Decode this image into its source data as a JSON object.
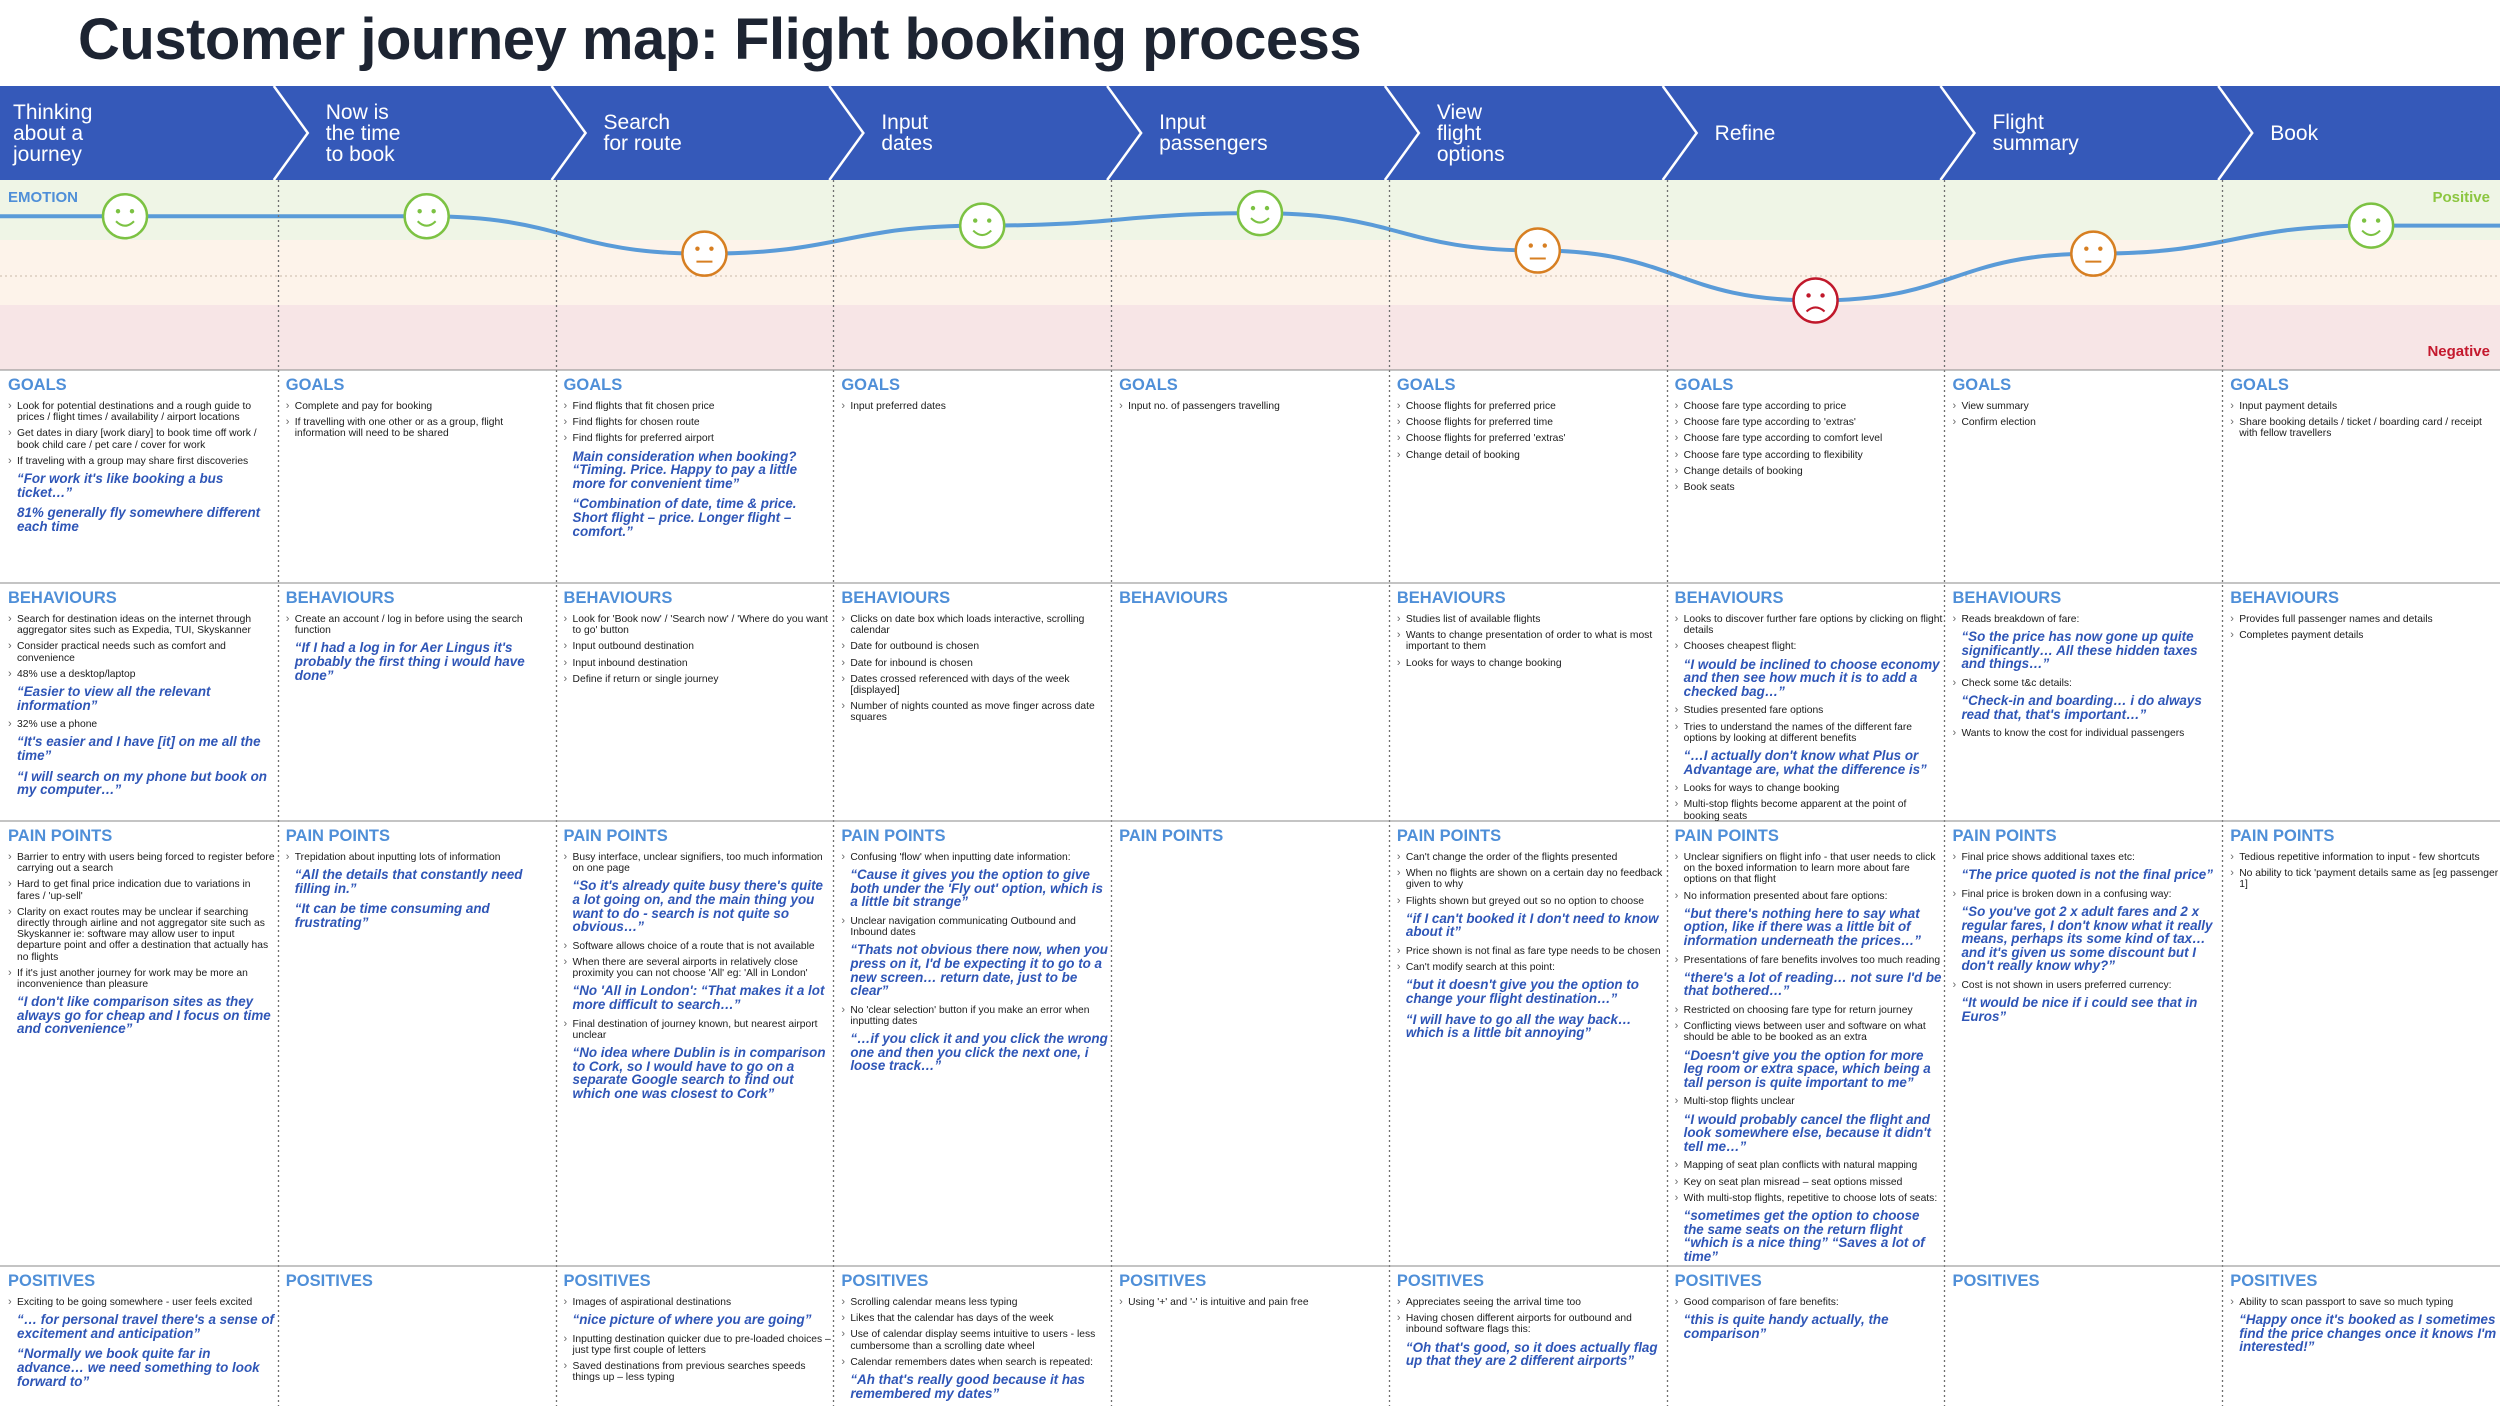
{
  "title": "Customer journey map: Flight booking process",
  "colors": {
    "stage_blue": "#3559b9",
    "positive_green": "#8cc641",
    "negative_red": "#c4192e",
    "section_blue": "#4f8fd8",
    "quote_blue": "#2f56b7",
    "emotion_line": "#5a9bd8",
    "face_green": "#7cc243",
    "face_orange": "#d77f22",
    "face_red": "#c0182b"
  },
  "emotion": {
    "label": "EMOTION",
    "positive_label": "Positive",
    "negative_label": "Negative",
    "levels": [
      0.9,
      0.9,
      0.3,
      0.75,
      0.95,
      0.35,
      -0.45,
      0.3,
      0.75
    ],
    "faces": [
      "happy",
      "happy",
      "neutral",
      "happy",
      "happy",
      "neutral",
      "sad",
      "neutral",
      "happy"
    ]
  },
  "section_titles": {
    "goals": "GOALS",
    "behaviours": "BEHAVIOURS",
    "pain_points": "PAIN POINTS",
    "positives": "POSITIVES"
  },
  "stages": [
    {
      "label": "Thinking\nabout a\njourney",
      "goals": [
        {
          "t": "i",
          "text": "Look for potential destinations and a rough guide to prices / flight times / availability / airport locations"
        },
        {
          "t": "i",
          "text": "Get dates in diary [work diary] to book time off work / book child care / pet care / cover for work"
        },
        {
          "t": "i",
          "text": "If traveling with a group may share first discoveries"
        },
        {
          "t": "q",
          "text": "“For work it's like booking a bus ticket…”"
        },
        {
          "t": "q",
          "text": "81% generally fly somewhere different each time"
        }
      ],
      "behaviours": [
        {
          "t": "i",
          "text": "Search for destination ideas on the internet through aggregator sites such as Expedia, TUI, Skyskanner"
        },
        {
          "t": "i",
          "text": "Consider practical needs such as comfort and convenience"
        },
        {
          "t": "i",
          "text": "48% use a desktop/laptop"
        },
        {
          "t": "q",
          "text": "“Easier to view all the relevant information”"
        },
        {
          "t": "i",
          "text": "32% use a phone"
        },
        {
          "t": "q",
          "text": "“It's easier and I have [it] on me all the time”"
        },
        {
          "t": "q",
          "text": "“I will search on my phone but book on my computer…”"
        }
      ],
      "pain_points": [
        {
          "t": "i",
          "text": "Barrier to entry with users being forced to register before carrying out a search"
        },
        {
          "t": "i",
          "text": "Hard to get final price indication due to variations in fares / 'up-sell'"
        },
        {
          "t": "i",
          "text": "Clarity on exact routes may be unclear if searching directly through airline and not aggregator site such as Skyskanner ie: software may allow user to input departure point and offer a destination that actually has no flights"
        },
        {
          "t": "i",
          "text": "If it's just another journey for work may be more an inconvenience than pleasure"
        },
        {
          "t": "q",
          "text": "“I don't like comparison sites as they always go for cheap and I focus on time and convenience”"
        }
      ],
      "positives": [
        {
          "t": "i",
          "text": "Exciting to be going somewhere - user feels excited"
        },
        {
          "t": "q",
          "text": "“… for personal travel there's a sense of excitement and anticipation”"
        },
        {
          "t": "q",
          "text": "“Normally we book quite far in advance… we need something to look forward to”"
        }
      ]
    },
    {
      "label": "Now is\nthe time\nto book",
      "goals": [
        {
          "t": "i",
          "text": "Complete and pay for booking"
        },
        {
          "t": "i",
          "text": "If travelling with one other or as a group, flight information will need to be shared"
        }
      ],
      "behaviours": [
        {
          "t": "i",
          "text": "Create an account / log in before using the search function"
        },
        {
          "t": "q",
          "text": "“If I had a log in for Aer Lingus it's probably the first thing i would have done”"
        }
      ],
      "pain_points": [
        {
          "t": "i",
          "text": "Trepidation about inputting lots of information"
        },
        {
          "t": "q",
          "text": "“All the details that constantly need filling in.”"
        },
        {
          "t": "q",
          "text": "“It can be time consuming and frustrating”"
        }
      ],
      "positives": []
    },
    {
      "label": "Search\nfor route",
      "goals": [
        {
          "t": "i",
          "text": "Find flights that fit chosen price"
        },
        {
          "t": "i",
          "text": "Find flights for chosen route"
        },
        {
          "t": "i",
          "text": "Find flights for preferred airport"
        },
        {
          "t": "q",
          "text": "Main consideration when booking? “Timing. Price. Happy to pay a little more for convenient time”"
        },
        {
          "t": "q",
          "text": "“Combination of date, time & price. Short flight – price. Longer flight – comfort.”"
        }
      ],
      "behaviours": [
        {
          "t": "i",
          "text": "Look for 'Book now' / 'Search now' / 'Where do you want to go' button"
        },
        {
          "t": "i",
          "text": "Input outbound destination"
        },
        {
          "t": "i",
          "text": "Input inbound destination"
        },
        {
          "t": "i",
          "text": "Define if return or single journey"
        }
      ],
      "pain_points": [
        {
          "t": "i",
          "text": "Busy interface, unclear signifiers, too much information on one page"
        },
        {
          "t": "q",
          "text": "“So it's already quite busy there's quite a lot going on, and the main thing you want to do - search is not quite so obvious…”"
        },
        {
          "t": "i",
          "text": "Software allows choice of a route that is not available"
        },
        {
          "t": "i",
          "text": "When there are several airports in relatively close proximity you can not choose 'All' eg: 'All in London'"
        },
        {
          "t": "q",
          "text": "“No 'All in London': “That makes it a lot more difficult to search…”"
        },
        {
          "t": "i",
          "text": "Final destination of journey known, but nearest airport unclear"
        },
        {
          "t": "q",
          "text": "“No idea where Dublin is in comparison to Cork, so I would have to go on a separate Google search to find out which one was closest to Cork”"
        }
      ],
      "positives": [
        {
          "t": "i",
          "text": "Images of aspirational destinations"
        },
        {
          "t": "q",
          "text": "“nice picture of where you are going”"
        },
        {
          "t": "i",
          "text": "Inputting destination quicker due to pre-loaded choices – just type first couple of letters"
        },
        {
          "t": "i",
          "text": "Saved destinations from previous searches speeds things up – less typing"
        }
      ]
    },
    {
      "label": "Input\ndates",
      "goals": [
        {
          "t": "i",
          "text": "Input preferred dates"
        }
      ],
      "behaviours": [
        {
          "t": "i",
          "text": "Clicks on date box which loads interactive, scrolling calendar"
        },
        {
          "t": "i",
          "text": "Date for outbound is chosen"
        },
        {
          "t": "i",
          "text": "Date for inbound is chosen"
        },
        {
          "t": "i",
          "text": "Dates crossed referenced with days of the week [displayed]"
        },
        {
          "t": "i",
          "text": "Number of nights counted as move finger across date squares"
        }
      ],
      "pain_points": [
        {
          "t": "i",
          "text": "Confusing 'flow' when inputting date information:"
        },
        {
          "t": "q",
          "text": "“Cause it gives you the option to give both under the 'Fly out' option, which is a little bit strange”"
        },
        {
          "t": "i",
          "text": "Unclear navigation communicating Outbound and Inbound dates"
        },
        {
          "t": "q",
          "text": "“Thats not obvious there now, when you press on it, I'd be expecting it to go to a new screen… return date, just to be clear”"
        },
        {
          "t": "i",
          "text": "No 'clear selection' button if you make an error when inputting dates"
        },
        {
          "t": "q",
          "text": "“…if you click it and you click the wrong one and then you click the next one, i loose track…”"
        }
      ],
      "positives": [
        {
          "t": "i",
          "text": "Scrolling calendar means less typing"
        },
        {
          "t": "i",
          "text": "Likes that the calendar has days of the week"
        },
        {
          "t": "i",
          "text": "Use of calendar display seems intuitive to users - less cumbersome than a scrolling date wheel"
        },
        {
          "t": "i",
          "text": "Calendar remembers dates when search is repeated:"
        },
        {
          "t": "q",
          "text": "“Ah that's really good because it has remembered my dates”"
        }
      ]
    },
    {
      "label": "Input\npassengers",
      "goals": [
        {
          "t": "i",
          "text": "Input no. of passengers travelling"
        }
      ],
      "behaviours": [],
      "pain_points": [],
      "positives": [
        {
          "t": "i",
          "text": "Using '+' and '-' is intuitive and pain free"
        }
      ]
    },
    {
      "label": "View\nflight\noptions",
      "goals": [
        {
          "t": "i",
          "text": "Choose flights for preferred price"
        },
        {
          "t": "i",
          "text": "Choose flights for preferred time"
        },
        {
          "t": "i",
          "text": "Choose flights for preferred 'extras'"
        },
        {
          "t": "i",
          "text": "Change detail of booking"
        }
      ],
      "behaviours": [
        {
          "t": "i",
          "text": "Studies list of available flights"
        },
        {
          "t": "i",
          "text": "Wants to change presentation of order to what is most important to them"
        },
        {
          "t": "i",
          "text": "Looks for ways to change booking"
        }
      ],
      "pain_points": [
        {
          "t": "i",
          "text": "Can't change the order of the flights presented"
        },
        {
          "t": "i",
          "text": "When no flights are shown on a certain day no feedback given to why"
        },
        {
          "t": "i",
          "text": "Flights shown but greyed out so no option to choose"
        },
        {
          "t": "q",
          "text": "“if I can't booked it I don't need to know about it”"
        },
        {
          "t": "i",
          "text": "Price shown is not final as fare type needs to be chosen"
        },
        {
          "t": "i",
          "text": "Can't modify search at this point:"
        },
        {
          "t": "q",
          "text": "“but it doesn't give you the option to change your flight destination…”"
        },
        {
          "t": "q",
          "text": "“I will have to go all the way back… which is a little bit annoying”"
        }
      ],
      "positives": [
        {
          "t": "i",
          "text": "Appreciates seeing the arrival time too"
        },
        {
          "t": "i",
          "text": "Having chosen different airports for outbound and inbound software flags this:"
        },
        {
          "t": "q",
          "text": "“Oh that's good, so it does actually flag up that they are 2 different airports”"
        }
      ]
    },
    {
      "label": "Refine",
      "goals": [
        {
          "t": "i",
          "text": "Choose fare type according to price"
        },
        {
          "t": "i",
          "text": "Choose fare type according to 'extras'"
        },
        {
          "t": "i",
          "text": "Choose fare type according to comfort level"
        },
        {
          "t": "i",
          "text": "Choose fare type according to flexibility"
        },
        {
          "t": "i",
          "text": "Change details of booking"
        },
        {
          "t": "i",
          "text": "Book seats"
        }
      ],
      "behaviours": [
        {
          "t": "i",
          "text": "Looks to discover further fare options by clicking on flight details"
        },
        {
          "t": "i",
          "text": "Chooses cheapest flight:"
        },
        {
          "t": "q",
          "text": "“I would be inclined to choose economy and then see how much it is to add a checked bag…”"
        },
        {
          "t": "i",
          "text": "Studies presented fare options"
        },
        {
          "t": "i",
          "text": "Tries to understand the names of the different fare options by looking at different benefits"
        },
        {
          "t": "q",
          "text": "“…I actually don't know what Plus or Advantage are, what the difference is”"
        },
        {
          "t": "i",
          "text": "Looks for ways to change booking"
        },
        {
          "t": "i",
          "text": "Multi-stop flights become apparent at the point of booking seats"
        }
      ],
      "pain_points": [
        {
          "t": "i",
          "text": "Unclear signifiers on flight info - that user needs to click on the boxed information to learn more about fare options on that flight"
        },
        {
          "t": "i",
          "text": "No information presented about fare options:"
        },
        {
          "t": "q",
          "text": "“but there's nothing here to say what option, like if there was a little bit of information underneath the prices…”"
        },
        {
          "t": "i",
          "text": "Presentations of fare benefits involves too much reading"
        },
        {
          "t": "q",
          "text": "“there's a lot of reading… not sure I'd be that bothered…”"
        },
        {
          "t": "i",
          "text": "Restricted on choosing fare type for return journey"
        },
        {
          "t": "i",
          "text": "Conflicting views between user and software on what should be able to be booked as an extra"
        },
        {
          "t": "q",
          "text": "“Doesn't give you the option for more leg room or extra space, which being a tall person is quite important to me”"
        },
        {
          "t": "i",
          "text": "Multi-stop flights unclear"
        },
        {
          "t": "q",
          "text": "“I would probably cancel the flight and look somewhere else, because it didn't tell me…”"
        },
        {
          "t": "i",
          "text": "Mapping of seat plan conflicts with natural mapping"
        },
        {
          "t": "i",
          "text": "Key on seat plan misread – seat options missed"
        },
        {
          "t": "i",
          "text": "With multi-stop flights, repetitive to choose lots of seats:"
        },
        {
          "t": "q",
          "text": "“sometimes get the option to choose the same seats on the return flight “which is a nice thing” “Saves a lot of time”"
        }
      ],
      "positives": [
        {
          "t": "i",
          "text": "Good comparison of fare benefits:"
        },
        {
          "t": "q",
          "text": "“this is quite handy actually, the comparison”"
        }
      ]
    },
    {
      "label": "Flight\nsummary",
      "goals": [
        {
          "t": "i",
          "text": "View summary"
        },
        {
          "t": "i",
          "text": "Confirm election"
        }
      ],
      "behaviours": [
        {
          "t": "i",
          "text": "Reads breakdown of fare:"
        },
        {
          "t": "q",
          "text": "“So the price has now gone up quite significantly… All these hidden taxes and things…”"
        },
        {
          "t": "i",
          "text": "Check some t&c details:"
        },
        {
          "t": "q",
          "text": "“Check-in and boarding… i do always read that, that's important…”"
        },
        {
          "t": "i",
          "text": "Wants to know the cost for individual passengers"
        }
      ],
      "pain_points": [
        {
          "t": "i",
          "text": "Final price shows additional taxes etc:"
        },
        {
          "t": "q",
          "text": "“The price quoted is not the final price”"
        },
        {
          "t": "i",
          "text": "Final price is broken down in a confusing way:"
        },
        {
          "t": "q",
          "text": "“So you've got 2 x adult fares and 2 x regular fares, I don't know what it really means, perhaps its some kind of tax… and it's given us some discount but I don't really know why?”"
        },
        {
          "t": "i",
          "text": "Cost is not shown in users preferred currency:"
        },
        {
          "t": "q",
          "text": "“It would be nice if i could see that in Euros”"
        }
      ],
      "positives": []
    },
    {
      "label": "Book",
      "goals": [
        {
          "t": "i",
          "text": "Input payment details"
        },
        {
          "t": "i",
          "text": "Share booking details / ticket / boarding card / receipt with fellow travellers"
        }
      ],
      "behaviours": [
        {
          "t": "i",
          "text": "Provides full passenger names and details"
        },
        {
          "t": "i",
          "text": "Completes payment details"
        }
      ],
      "pain_points": [
        {
          "t": "i",
          "text": "Tedious repetitive information to input - few shortcuts"
        },
        {
          "t": "i",
          "text": "No ability to tick 'payment details same as [eg passenger 1]"
        }
      ],
      "positives": [
        {
          "t": "i",
          "text": "Ability to scan passport to save so much typing"
        },
        {
          "t": "q",
          "text": "“Happy once it's booked as I sometimes find the price changes once it knows I'm interested!”"
        }
      ]
    }
  ]
}
